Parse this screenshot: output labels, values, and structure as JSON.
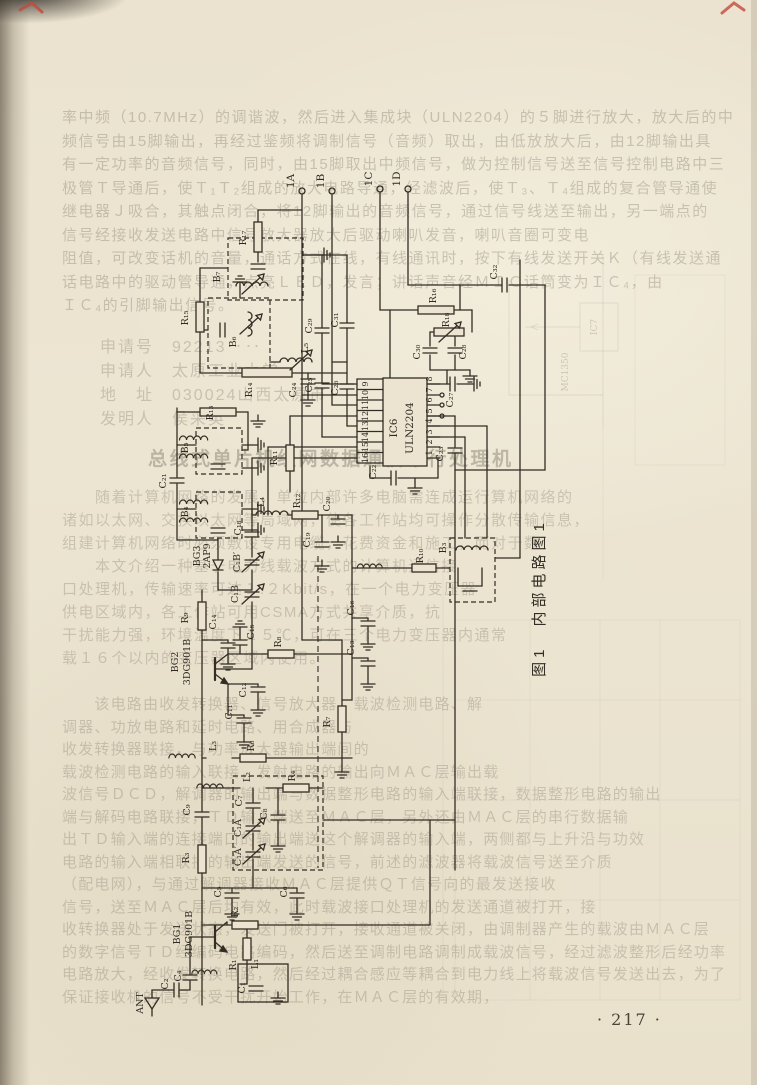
{
  "page_number": "· 217 ·",
  "text": {
    "para1": [
      "率中频（10.7MHz）的调谐波，然后进入集成块（ULN2204）的５脚进行放大，放大后的中",
      "频信号由15脚输出，再经过鉴频将调制信号（音频）取出，由低放放大后，由12脚输出具",
      "有一定功率的音频信号，同时，由15脚取出中频信号，做为控制信号送至信号控制电路中三",
      "极管Ｔ导通后，使Ｔ₁Ｔ₂组成的放大电路导通，经滤波后，使Ｔ₃、Ｔ₄组成的复合管导通使",
      "继电器Ｊ吸合，其触点闭合，将12脚输出的音频信号，通过信号线送至输出，另一端点的",
      "信号经接收发送电路中信号放大器放大后驱动喇叭发音，喇叭音圈可变电",
      "阻值，可改变话机的音量，通话方式在线，有线通讯时，按下有线发送开关Ｋ（有线发送通",
      "话电路中的驱动管导通，点亮ＬＥＤ，发言；讲话声音经ＭＩＣ话筒变为ＩＣ₄，由",
      "ＩＣ₄的引脚输出信号。"
    ],
    "patent": [
      "申请号　92213‥‥",
      "申请人　太原工业大学",
      "地　址　030024山西太原市",
      "发明人　侯采英"
    ],
    "heading": "总线式单片机组网数据通信串行处理机",
    "para2": [
      "　　随着计算机网络的发展，单位内部许多电脑需连成运行算机网络的",
      "诸如以太网、交换以太网等局域网，使各工作站均可操作分散传输信息，",
      "组建计算机网络时必须敷设专用电缆，花费资金和施工，而对于数",
      "　　本文介绍一种基于电力线载波方式的计算机通信接",
      "口处理机，传输速率可达１.２Kbit/s，在一个电力变压器",
      "供电区域内，各工作站可用CSMA方式共享介质，抗",
      "干扰能力强，环境温度下１５℃，可在三个电力变压器内通常",
      "载１６个以内的变压器区域内使用。"
    ],
    "para3": [
      "　　该电路由收发转换器、信号放大器、载波检测电路、解",
      "调器、功放电路和延时电路、用合成器与",
      "收发转换器联接，与功率放大器输出端间的",
      "载波检测电路的输入联接，发射电路的输出向ＭＡＣ层输出载",
      "波信号ＤＣＤ，解调器的输出端与数据整形电路的输入端联接，数据整形电路的输出",
      "端与解码电路联接，ＴＤ输入端送至ＭＡＣ层，另外还由ＭＡＣ层的串行数据输",
      "出ＴＤ输入端的连接端口的输出端送这个解调器的输入端，两侧都与上升沿与功效",
      "电路的输入端相联接的输出端发送的信号，前述的滤波器将载波信号送至介质",
      "（配电网），与通过解调器接收ＭＡＣ层提供ＱＴ信号向的最发送接收",
      "信号，送至ＭＡＣ层后均有效，此时载波接口处理机的发送通道被打开，接",
      "收转换器处于发送状态，发送门被打开，接收通道被关闭，由调制器产生的载波由ＭＡＣ层",
      "的数字信号ＴＤ经编码电路编码，然后送至调制电路调制成载波信号，经过滤波整形后经功率",
      "电路放大，经收发转换电路，然后经过耦合感应等耦合到电力线上将载波信号发送出去，为了",
      "保证接收机的信号不受干扰开始工作，在ＭＡＣ层的有效期，"
    ]
  },
  "fig": {
    "caption": "图1　内部电路图1",
    "pins_left": [
      "9",
      "10",
      "11",
      "12",
      "13",
      "14",
      "15",
      "16"
    ],
    "pins_right": [
      "8",
      "7",
      "6",
      "5",
      "4",
      "3",
      "2",
      "1"
    ],
    "labels": {
      "t1a": "1A",
      "t1b": "1B",
      "t1c": "1C",
      "t1d": "1D",
      "ant": "ANT",
      "r1": "R₁",
      "r2": "R₂",
      "r3": "R₃",
      "r4": "R₄",
      "r6": "R₆",
      "r7": "R₇",
      "r8": "R₈",
      "r9": "R₉",
      "r10": "R₁₀",
      "r11": "R₁₁",
      "r12": "R₁₂",
      "r13": "R₁₃",
      "r14": "R₁₄",
      "r15": "R₁₅",
      "r16": "R₁₆",
      "r17": "R₁₇",
      "r18": "R₁₈",
      "c1": "C₁",
      "c2": "C₂",
      "c4": "C₄",
      "c5": "C₅",
      "c6": "C₆",
      "c7": "C₇",
      "c8": "C₈",
      "c9": "C₉",
      "c11": "C₁₁",
      "c12": "C₁₂",
      "c13": "C₁₃",
      "c14": "C₁₄",
      "c15": "C₁₅",
      "c16": "C₁₆",
      "c18": "C₁₈",
      "c19": "C₁₉",
      "c20": "C₂₀",
      "c21": "C₂₁",
      "c22": "C₂₂",
      "c23": "C₂₃",
      "c24": "C₂₄",
      "c25": "C₂₅",
      "c26": "C₂₆",
      "c27": "C₂₇",
      "c28": "C₂₈",
      "c29": "C₂₉",
      "c30": "C₃₀",
      "c31": "C₃₁",
      "c32": "C₃₂",
      "c1a": "C₁A",
      "c1a2": "C₁A′",
      "c1b": "C₁B",
      "c1b2": "C₁B′",
      "l1": "L₁",
      "l2": "L₂",
      "l3": "L₃",
      "l4": "L₄",
      "l5": "L₅",
      "b3": "B₃",
      "b4": "B₄",
      "b5": "B₅",
      "b6": "B₆",
      "b7": "B₇",
      "bg1": "BG1",
      "bg1t": "3DG901B",
      "bg2": "BG2",
      "bg2t": "3DG901B",
      "bg3": "BG3",
      "bg3t": "2AP9",
      "ic6": "IC6",
      "ic6t": "ULN2204"
    },
    "ghost": {
      "ic7": "IC7",
      "chip": "MC1350"
    }
  }
}
